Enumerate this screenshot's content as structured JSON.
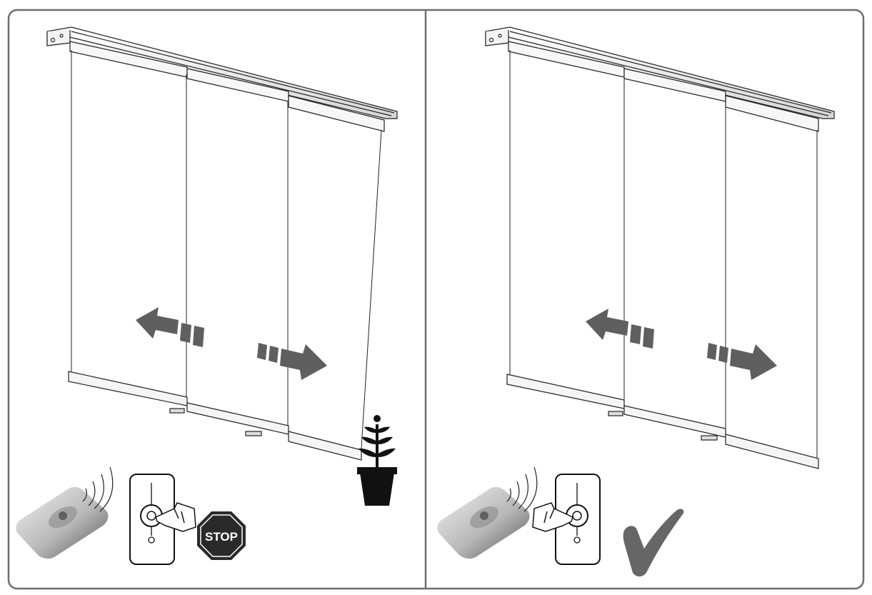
{
  "panels": [
    {
      "id": "left",
      "blocked": true,
      "stop_sign": {
        "label": "STOP"
      },
      "obstacle": "plant-pot-icon",
      "arrows": [
        "arrow-left-icon",
        "arrow-right-icon"
      ],
      "remote": "remote-control-icon",
      "switch": "wall-switch-icon"
    },
    {
      "id": "right",
      "blocked": false,
      "confirmation": "checkmark-icon",
      "arrows": [
        "arrow-left-icon",
        "arrow-right-icon"
      ],
      "remote": "remote-control-icon",
      "switch": "wall-switch-icon"
    }
  ],
  "colors": {
    "frame": "#6e6e6e",
    "arrow": "#5f5f5f",
    "stop": "#2a2a2a",
    "check": "#666666",
    "line": "#222222"
  }
}
